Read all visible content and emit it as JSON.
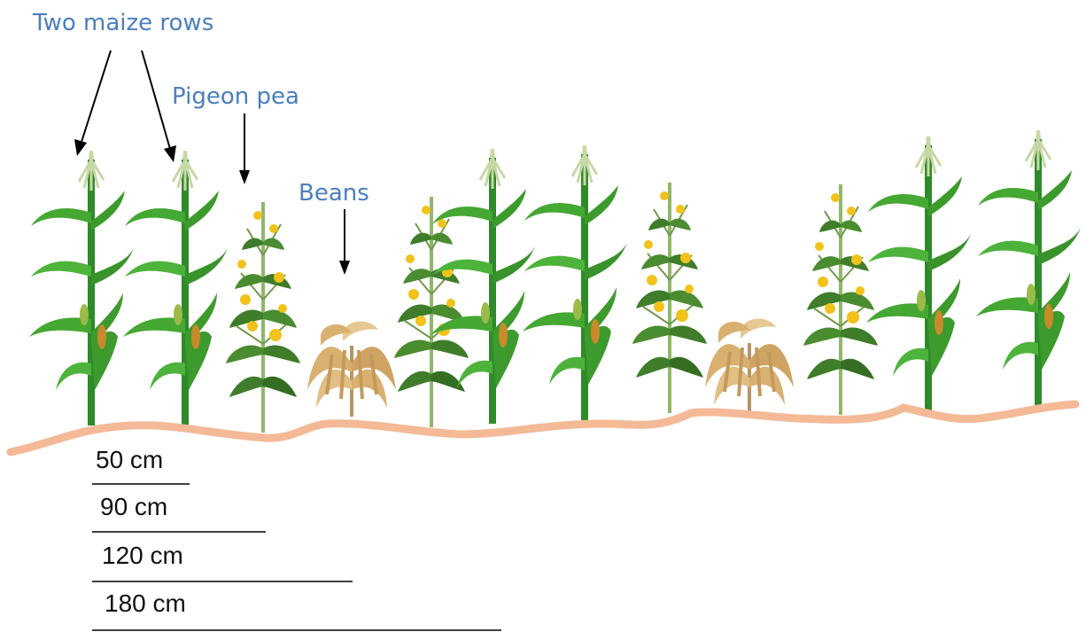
{
  "labels": {
    "maize": "Two maize rows",
    "pigeon_pea": "Pigeon pea",
    "beans": "Beans"
  },
  "distances": [
    "50 cm",
    "90 cm",
    "120 cm",
    "180 cm"
  ],
  "colors": {
    "label_text": "#4a7fbf",
    "maize_green": "#3c9a2c",
    "pigeon_pea_green": "#3f7d2a",
    "pigeon_pea_flower": "#f2c21b",
    "beans_tan": "#d8b070",
    "soil_line": "#f4b996"
  },
  "row_sequence": [
    "maize",
    "maize",
    "pigeon-pea",
    "beans",
    "pigeon-pea",
    "maize",
    "maize",
    "pigeon-pea",
    "beans",
    "pigeon-pea",
    "maize",
    "maize"
  ]
}
